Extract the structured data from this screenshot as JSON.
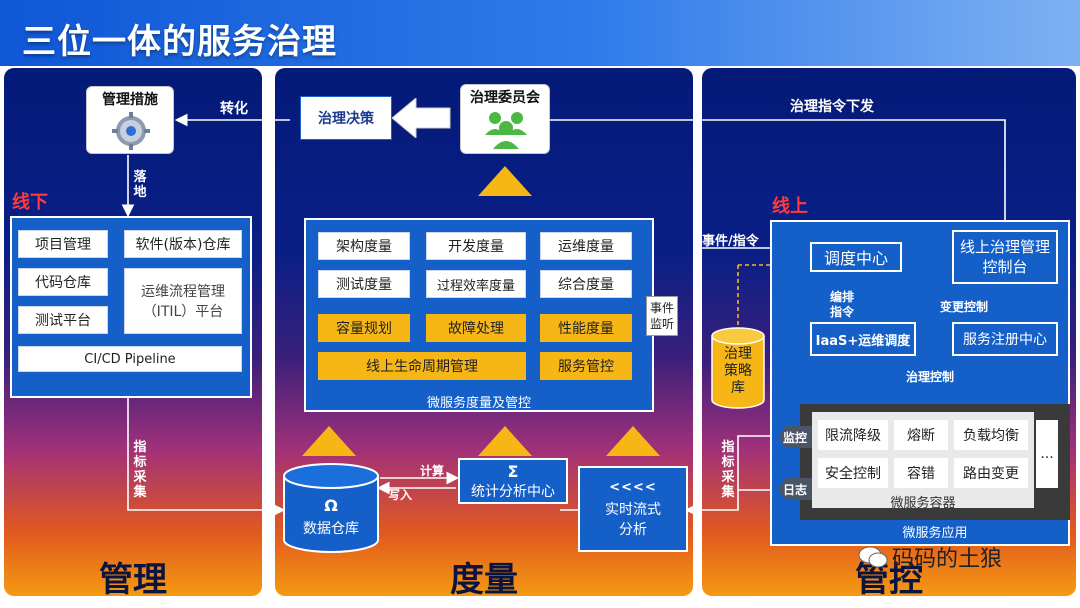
{
  "title": "三位一体的服务治理",
  "panels": {
    "manage": {
      "name": "管理",
      "offline_label": "线下"
    },
    "measure": {
      "name": "度量"
    },
    "control": {
      "name": "管控",
      "online_label": "线上"
    }
  },
  "manage": {
    "measures_label": "管理措施",
    "convert_label": "转化",
    "landing_label": "落地",
    "items": [
      "项目管理",
      "软件(版本)仓库",
      "代码仓库",
      "测试平台",
      "运维流程管理（ITIL）平台",
      "CI/CD Pipeline"
    ],
    "metric_collect_label": "指标采集"
  },
  "measure": {
    "decision_label": "治理决策",
    "committee_label": "治理委员会",
    "metrics": [
      "架构度量",
      "开发度量",
      "运维度量",
      "测试度量",
      "过程效率度量",
      "综合度量"
    ],
    "yellow_items": [
      "容量规划",
      "故障处理",
      "性能度量",
      "线上生命周期管理",
      "服务管控"
    ],
    "box_title": "微服务度量及管控",
    "event_monitor_label": "事件监听",
    "db_symbol": "Ω",
    "db_label": "数据仓库",
    "stats_symbol": "Σ",
    "stats_label": "统计分析中心",
    "compute_label": "计算",
    "write_label": "写入",
    "stream_symbol": "<<<<",
    "stream_label": "实时流式分析"
  },
  "control": {
    "command_label": "治理指令下发",
    "event_cmd_label": "事件/指令",
    "policy_db_label": "治理策略库",
    "dispatch_label": "调度中心",
    "console_label": "线上治理管理控制台",
    "orchestrate_label": "编排指令",
    "change_label": "变更控制",
    "iaas_label": "IaaS+运维调度",
    "registry_label": "服务注册中心",
    "gov_control_label": "治理控制",
    "monitor_label": "监控",
    "log_label": "日志",
    "metric_collect_label": "指标采集",
    "container_items": [
      "限流降级",
      "熔断",
      "负载均衡",
      "安全控制",
      "容错",
      "路由变更"
    ],
    "more_label": "...",
    "container_label": "微服务容器",
    "app_label": "微服务应用"
  },
  "watermark": "码码的土狼"
}
